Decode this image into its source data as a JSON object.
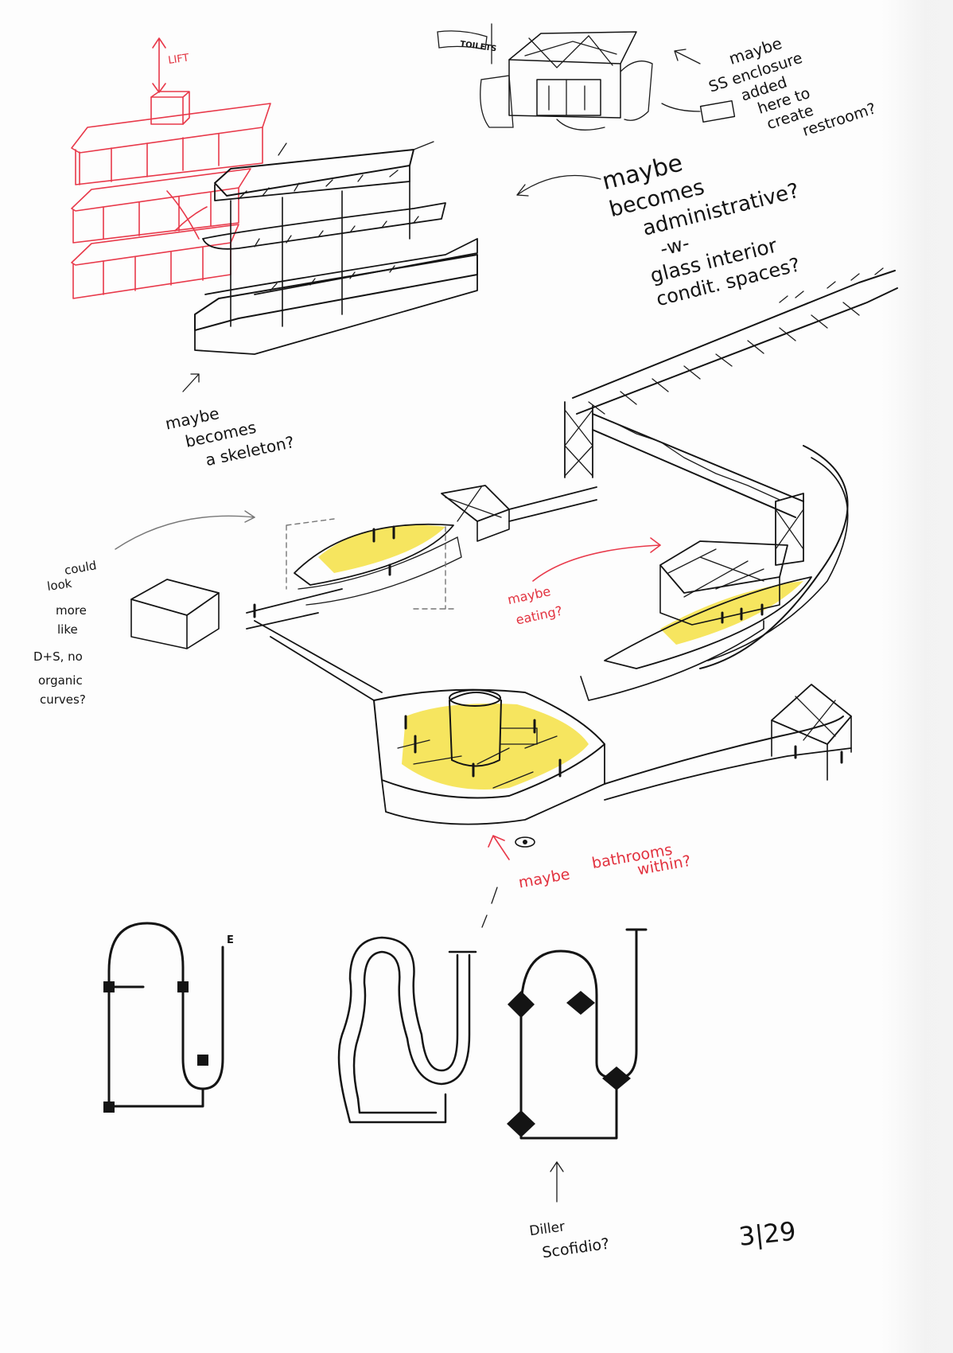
{
  "annotations": {
    "lift": "LIFT",
    "toilets_flag": "TOILETS",
    "enclosure_note": [
      "maybe",
      "SS enclosure",
      "added",
      "here to",
      "create",
      "restroom?"
    ],
    "administrative_note": [
      "maybe",
      "becomes",
      "administrative?",
      "-w-",
      "glass interior",
      "condit. spaces?"
    ],
    "skeleton_note": [
      "maybe",
      "becomes",
      "a skeleton?"
    ],
    "organic_note": [
      "could",
      "look",
      "more",
      "like",
      "D+S, no",
      "organic",
      "curves?"
    ],
    "eating_note": [
      "maybe",
      "eating?"
    ],
    "bathrooms_note": [
      "maybe",
      "bathrooms",
      "within?"
    ],
    "diagram_label_e": "E",
    "diller_note": [
      "Diller",
      "Scofidio?"
    ],
    "page_number": "3|29"
  },
  "colors": {
    "ink": "#141414",
    "red_pen": "#e2323f",
    "highlighter": "#f5e043"
  }
}
